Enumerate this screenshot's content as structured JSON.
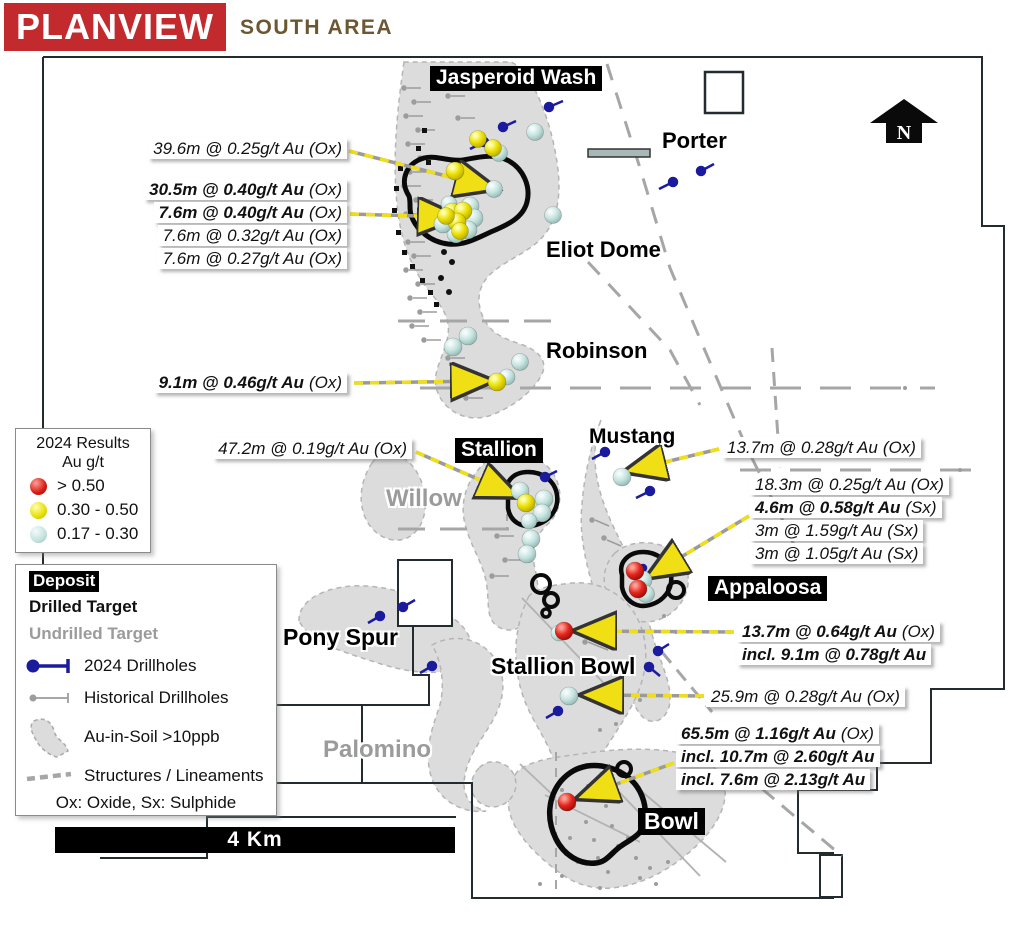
{
  "header": {
    "logo": "PLANVIEW",
    "subtitle": "SOUTH AREA"
  },
  "north_arrow": {
    "label": "N"
  },
  "scale_bar": {
    "label": "4 Km"
  },
  "targets": {
    "jasperoid_wash": {
      "label": "Jasperoid Wash",
      "type": "deposit"
    },
    "porter": {
      "label": "Porter",
      "type": "drilled"
    },
    "eliot_dome": {
      "label": "Eliot Dome",
      "type": "drilled"
    },
    "robinson": {
      "label": "Robinson",
      "type": "drilled"
    },
    "mustang": {
      "label": "Mustang",
      "type": "drilled"
    },
    "stallion": {
      "label": "Stallion",
      "type": "deposit"
    },
    "willow": {
      "label": "Willow",
      "type": "undrilled"
    },
    "appaloosa": {
      "label": "Appaloosa",
      "type": "deposit"
    },
    "pony_spur": {
      "label": "Pony Spur",
      "type": "drilled"
    },
    "stallion_bowl": {
      "label": "Stallion Bowl",
      "type": "drilled"
    },
    "palomino": {
      "label": "Palomino",
      "type": "undrilled"
    },
    "bowl": {
      "label": "Bowl",
      "type": "deposit"
    }
  },
  "annotations": {
    "jasperoid_upper": {
      "lines": [
        {
          "main": "39.6m @ 0.25g/t Au",
          "suffix": "(Ox)",
          "bold": false
        }
      ]
    },
    "jasperoid_lower": {
      "lines": [
        {
          "main": "30.5m @ 0.40g/t Au",
          "suffix": "(Ox)",
          "bold": true
        },
        {
          "main": "7.6m @ 0.40g/t Au",
          "suffix": "(Ox)",
          "bold": true
        },
        {
          "main": "7.6m @ 0.32g/t Au",
          "suffix": "(Ox)",
          "bold": false
        },
        {
          "main": "7.6m @ 0.27g/t Au",
          "suffix": "(Ox)",
          "bold": false
        }
      ]
    },
    "robinson": {
      "lines": [
        {
          "main": "9.1m @ 0.46g/t Au",
          "suffix": "(Ox)",
          "bold": true
        }
      ]
    },
    "stallion": {
      "lines": [
        {
          "main": "47.2m @ 0.19g/t Au",
          "suffix": "(Ox)",
          "bold": false
        }
      ]
    },
    "mustang": {
      "lines": [
        {
          "main": "13.7m @ 0.28g/t Au",
          "suffix": "(Ox)",
          "bold": false
        }
      ]
    },
    "appaloosa": {
      "lines": [
        {
          "main": "18.3m @ 0.25g/t Au",
          "suffix": "(Ox)",
          "bold": false
        },
        {
          "main": "4.6m @ 0.58g/t Au",
          "suffix": "(Sx)",
          "bold": true
        },
        {
          "main": "3m @ 1.59g/t Au",
          "suffix": "(Sx)",
          "bold": false
        },
        {
          "main": "3m @ 1.05g/t Au",
          "suffix": "(Sx)",
          "bold": false
        }
      ]
    },
    "stallion_bowl_upper": {
      "lines": [
        {
          "main": "13.7m @ 0.64g/t Au",
          "suffix": "(Ox)",
          "bold": true
        },
        {
          "main": "incl. 9.1m @ 0.78g/t Au",
          "suffix": "",
          "bold": true
        }
      ]
    },
    "stallion_bowl_lower": {
      "lines": [
        {
          "main": "25.9m @ 0.28g/t Au",
          "suffix": "(Ox)",
          "bold": false
        }
      ]
    },
    "bowl": {
      "lines": [
        {
          "main": "65.5m @ 1.16g/t Au",
          "suffix": "(Ox)",
          "bold": true
        },
        {
          "main": "incl. 10.7m @ 2.60g/t Au",
          "suffix": "",
          "bold": true
        },
        {
          "main": "incl. 7.6m @ 2.13g/t Au",
          "suffix": "",
          "bold": true
        }
      ]
    }
  },
  "legend_results": {
    "title_line1": "2024 Results",
    "title_line2": "Au g/t",
    "items": [
      {
        "label": "> 0.50",
        "color": "#d71912"
      },
      {
        "label": "0.30 - 0.50",
        "color": "#e8df00"
      },
      {
        "label": "0.17 - 0.30",
        "color": "#c2e2de"
      }
    ]
  },
  "legend_map": {
    "deposit": "Deposit",
    "drilled": "Drilled Target",
    "undrilled": "Undrilled Target",
    "drillholes_2024": "2024 Drillholes",
    "drillholes_hist": "Historical Drillholes",
    "soil": "Au-in-Soil >10ppb",
    "structures": "Structures / Lineaments",
    "footnote": "Ox: Oxide, Sx: Sulphide"
  },
  "colors": {
    "logo_bg": "#c22a2e",
    "subtitle_text": "#6d5733",
    "result_high": "#d71912",
    "result_mid": "#e8df00",
    "result_low": "#c2e2de",
    "drillholes_2024": "#1b1b9e",
    "drillholes_hist": "#9c9c9c",
    "soil_fill": "#dcdcdc",
    "arrow_yellow": "#f0df14"
  }
}
